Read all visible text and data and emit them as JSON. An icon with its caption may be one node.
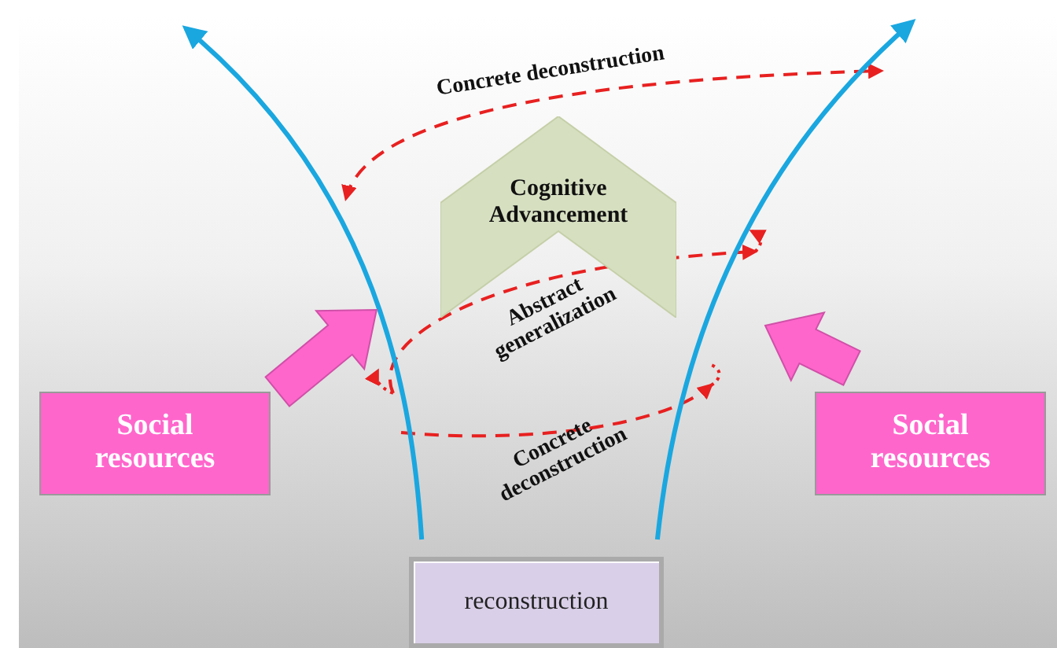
{
  "diagram": {
    "nodes": [
      {
        "text": [
          "Social resources"
        ]
      },
      {
        "text": [
          "Social resources"
        ]
      },
      {
        "text": [
          "reconstruction"
        ]
      },
      {
        "text": [
          "Cognitive Advancement"
        ]
      }
    ],
    "edges": [
      {
        "from": 2,
        "to": null,
        "arrow": "to",
        "color": "#1aa7e0"
      },
      {
        "from": 2,
        "to": null,
        "arrow": "to",
        "color": "#1aa7e0"
      },
      {
        "from": 0,
        "to": null,
        "arrow": "to",
        "style": "thick",
        "color": "#ff66cc"
      },
      {
        "from": 1,
        "to": null,
        "arrow": "to",
        "style": "thick",
        "color": "#ff66cc"
      }
    ],
    "labels": [
      "Concrete deconstruction",
      "Abstract generalization",
      "Concrete deconstruction"
    ]
  }
}
